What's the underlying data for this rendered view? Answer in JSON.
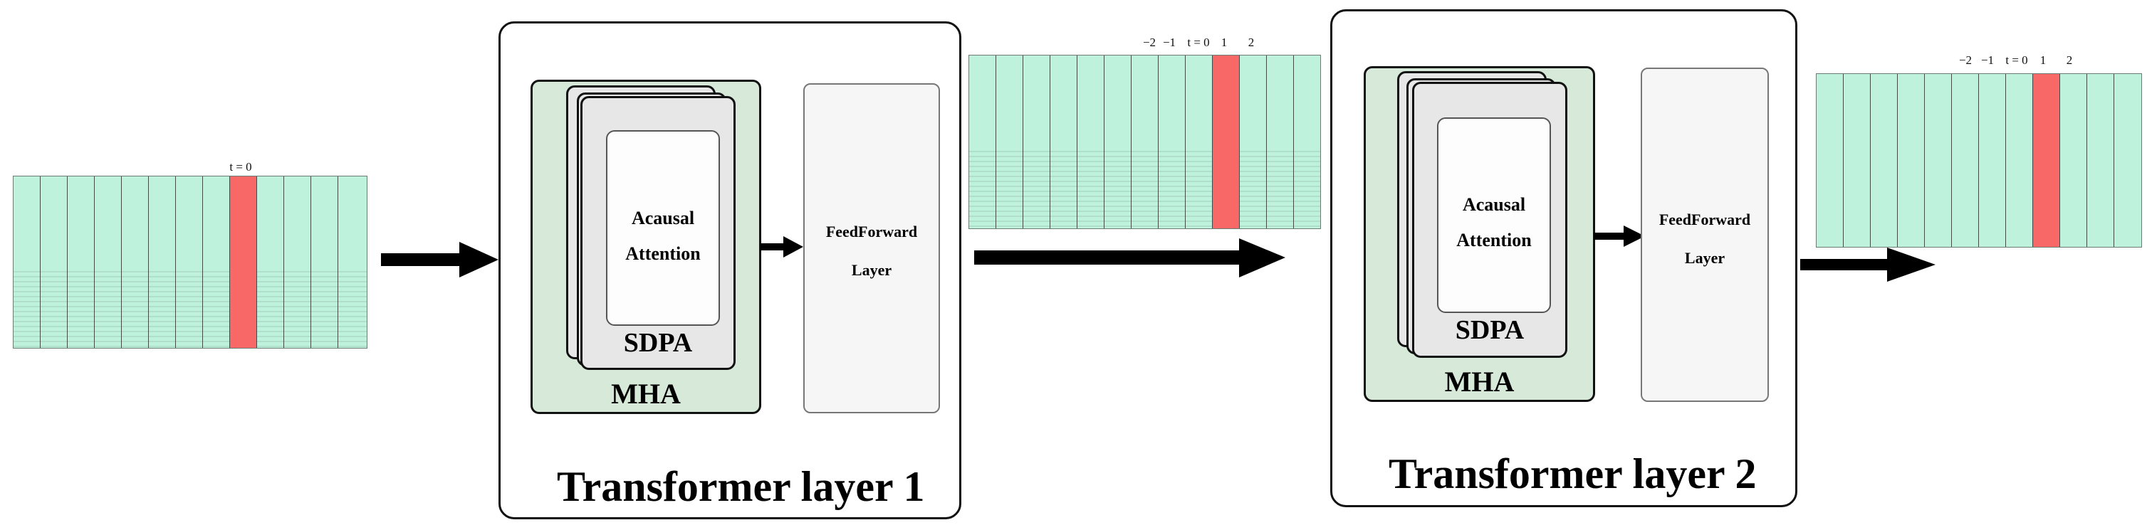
{
  "input_strip": {
    "time_label": "t = 0"
  },
  "output_strip_1": {
    "tick_labels": [
      "−2",
      "−1",
      "t = 0",
      "1",
      "2"
    ]
  },
  "output_strip_2": {
    "tick_labels": [
      "−2",
      "−1",
      "t = 0",
      "1",
      "2"
    ]
  },
  "layer1": {
    "title": "Transformer layer 1",
    "attention_line1": "Acausal",
    "attention_line2": "Attention",
    "sdpa": "SDPA",
    "mha": "MHA",
    "ff_line1": "FeedForward",
    "ff_line2": "Layer"
  },
  "layer2": {
    "title": "Transformer layer 2",
    "attention_line1": "Acausal",
    "attention_line2": "Attention",
    "sdpa": "SDPA",
    "mha": "MHA",
    "ff_line1": "FeedForward",
    "ff_line2": "Layer"
  },
  "colors": {
    "strip_fill": "#bff2dc",
    "highlight": "#f86866",
    "mha_fill": "#d7e9d9",
    "card_fill": "#e7e7e7"
  }
}
